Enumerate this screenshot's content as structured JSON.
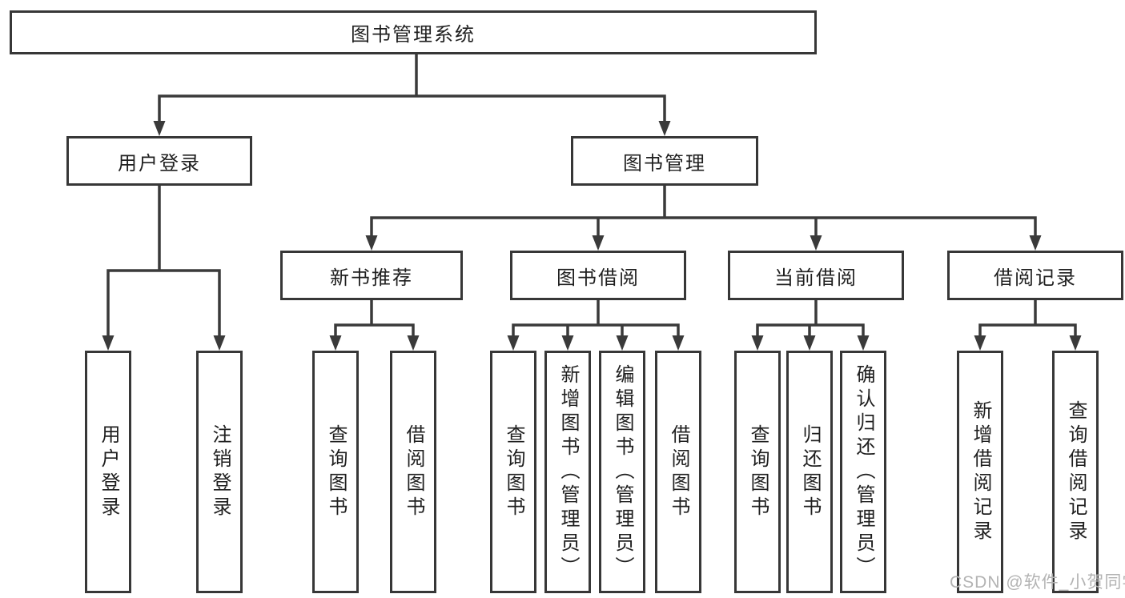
{
  "diagram": {
    "root": "图书管理系统",
    "level1": {
      "user_login": "用户登录",
      "book_mgmt": "图书管理"
    },
    "level2": [
      "新书推荐",
      "图书借阅",
      "当前借阅",
      "借阅记录"
    ],
    "leaves": {
      "login": [
        "用户登录",
        "注销登录"
      ],
      "recommend": [
        "查询图书",
        "借阅图书"
      ],
      "borrow": [
        "查询图书",
        "新增图书（管理员）",
        "编辑图书（管理员）",
        "借阅图书"
      ],
      "current": [
        "查询图书",
        "归还图书",
        "确认归还（管理员）"
      ],
      "record": [
        "新增借阅记录",
        "查询借阅记录"
      ]
    }
  },
  "watermark": "CSDN @软件_小贺同学",
  "colors": {
    "background": "#ffffff",
    "box_border": "#373737",
    "line": "#3a3a3a",
    "text": "#1f1f1f",
    "watermark": "#b3b3b3"
  }
}
